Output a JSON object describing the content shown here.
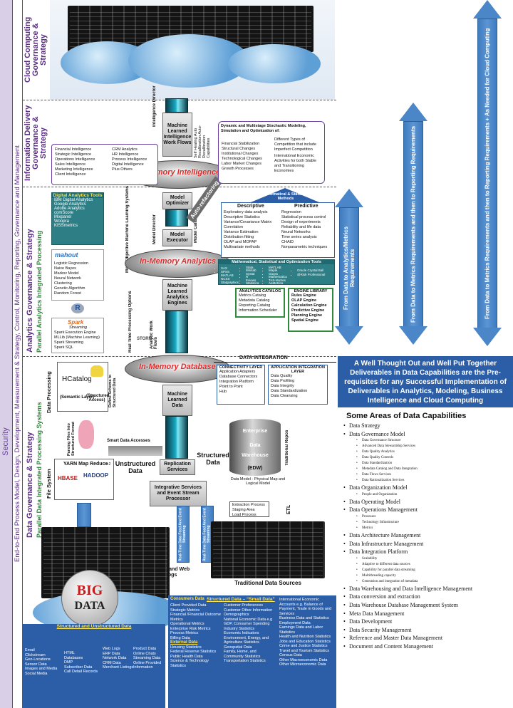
{
  "left_sidebar": {
    "security": "Security",
    "process": "End-to-End Process  Model, Design, Development, Measurement & Strategy, Control, Monitoring, Reporting, Governance and Management"
  },
  "band_titles": {
    "cloud": "Cloud Computing Governance & Strategy",
    "info_delivery": "Information Delivery Governance & Strategy",
    "analytics": "Analytics Governance & Strategy",
    "analytics_sub": "Parallel Analytics Integrated Processing",
    "data": "Data Governance & Strategy",
    "data_sub": "Parallel Data Integrated Processing Systems"
  },
  "colors": {
    "sidebar_purple": "#6b3fa0",
    "band_purple": "#5a2d82",
    "arrow_blue": "#4a86c8",
    "tower_teal": "#18a8c2",
    "red_label": "#e12a2a",
    "box_green": "#2f8a3c",
    "blue_panel": "#2c5ea8"
  },
  "tower": {
    "intelligence_director": "Intelligence Director",
    "ml_intel": "Machine Learned Intelligence Work Flows",
    "self_healing": "Self Healing Auto Recalibration Auto-Recalibration Capabilities",
    "in_memory_intelligence": "In-Memory Intelligence",
    "model_optimizer": "Model Optimizer",
    "model_director": "Model Director",
    "model_calibrator": "Model Calibrator",
    "auto_refactoring": "Auto-refactoring",
    "model_executor": "Model Executor",
    "multi_objective": "Multi-Objective Machine Learning Systems",
    "in_memory_analytics": "In-Memory Analytics",
    "ml_analytics": "Machine Learned Analytics Engines",
    "realtime_options": "Real Time Processing Options",
    "analytic_workflows": "Analytic Work Flows",
    "storm": "STORM",
    "in_memory_database": "In-Memory Database",
    "ml_data": "Machine Learned Data",
    "replication": "Replication Services",
    "integrative": "Integrative Services and Event Stream Processor"
  },
  "intelligence_list": {
    "col1": [
      "Financial Intelligence",
      "Strategic Intelligence",
      "Operations Intelligence",
      "Sales Intelligence",
      "Marketing Intelligence",
      "Client Intelligence"
    ],
    "col2": [
      "CRM Analytics",
      "HR Intelligence",
      "Process Intelligence",
      "Digital Intelligence",
      "Plus Others"
    ]
  },
  "stochastic": {
    "title": "Dynamic and Multistage Stochastic Modeling, Simulation  and Optimization of:",
    "col1": [
      "Financial Stabilization",
      "Structural Changes",
      "Institutional Changes",
      "Technological Changes",
      "Labor Market Changes",
      "Growth Processes"
    ],
    "col2": [
      "Different Types of Competition that include Imperfect Competition",
      "International Economic Activities for both Stable and Transitioning Economies"
    ]
  },
  "math_methods": {
    "title": "Mathematical & Statistical Methods",
    "descriptive_title": "Descriptive",
    "descriptive": [
      "Exploratory data analysis",
      "Descriptive Statistics",
      "Variance/Covariance Matrix",
      "Correlation",
      "Variance Estimation",
      "Distribution fitting",
      "OLAP and MOPAP",
      "Multivariate methods"
    ],
    "predictive_title": "Predictive",
    "predictive": [
      "Regression",
      "Statistical process control",
      "Design of experiments",
      "Reliability and life data",
      "Neural Networks",
      "Time series analysis",
      "CHAID",
      "Nonparametric techniques"
    ]
  },
  "digital_tools": {
    "title": "Digital Analytics Tools",
    "items": [
      "IBM Digital Analytics",
      "Google Analytics",
      "Adobe Analytics",
      "comScore",
      "Mixpanel",
      "Woopra",
      "KISSmetrics"
    ]
  },
  "mahout": {
    "logo": "mahout",
    "items": [
      "Logistic Regression",
      "Naive Bayes",
      "Markov Model",
      "Neural Network",
      "Clustering",
      "Genetic Algorithm",
      "Random Forest"
    ]
  },
  "r_logo": "R",
  "spark": {
    "logo": "Spark",
    "sub": "Streaming",
    "items": [
      "Spark Execution Engine",
      "MLLib (Machine Learning)",
      "Spark Streaming",
      "Spark SQL"
    ]
  },
  "math_tools": {
    "title": "Mathematical, Statistical and Optimization Tools",
    "col1": [
      "SAS",
      "SPSS",
      "MATLAB",
      "NCSS",
      "Statgraphics"
    ],
    "col2": [
      "Stata",
      "Minitab",
      "Systat",
      "R",
      "Eviews",
      "Statistica"
    ],
    "col3": [
      "MATLAB",
      "Maple",
      "Gauss",
      "Mathematica",
      "TAS-MoSes",
      "AeMetrica"
    ],
    "col4": [
      "Oracle Crystal Ball",
      "@Risk Professional"
    ]
  },
  "analytics_catalog": {
    "title": "ANALYTICS CATALOG",
    "items": [
      "Metrics Catalog",
      "Metadata Catalog",
      "Reporting Catalog",
      "Information Scheduler"
    ]
  },
  "engine_library": {
    "title": "ENGINE LIBRARY",
    "items": [
      "Rules Engine",
      "OLAP Engine",
      "Calculation Engine",
      "Predictive Engine",
      "Planning Engine",
      "Spatial Engine"
    ]
  },
  "data_integration": "DATA INTEGRATION",
  "connectivity": {
    "title": "CONNECTIVITY LAYER",
    "items": [
      "Application Adapters",
      "Database Connectors",
      "Integration Platform",
      "Point to Point",
      "Hub"
    ]
  },
  "app_integration": {
    "title": "APPLICATION INTEGRATION LAYER",
    "items": [
      "Data Quality",
      "Data Profiling",
      "Data Integrity",
      "Data Standardization",
      "Data Cleansing"
    ]
  },
  "hadoop": {
    "data_processing": "Data Processing",
    "define_schema": "Define Schema to Structured Data",
    "hcatalog": "HCatalog",
    "semantic": "(Semantic Layer)",
    "structured_access": "(Structured Access)",
    "parsing": "Parsing Files Into Structured Format",
    "file_system": "File System",
    "yarn": "YARN Map Reduce",
    "yarn_ver": "v.2",
    "hbase": "HBASE",
    "hadoop": "HADOOP",
    "smart_data": "Smart Data Accesses",
    "unstructured_data": "Unstructured Data",
    "structured_data": "Structured Data"
  },
  "edw": {
    "enterprise": "Enterprise",
    "data": "Data",
    "warehouse": "Warehouse",
    "edw": "(EDW)",
    "model_label": "Data Model - Physical Map and Logical Model",
    "traditional_repos": "Traditional Repos",
    "etl": "ETL",
    "etl_steps": [
      "Extraction Process",
      "Staging Area",
      "Load Process"
    ]
  },
  "feeds": {
    "feed1": "Real-Time Data Feed And Event Streaming",
    "feed2": "Real-Time Data Feed And Event Streaming",
    "scribe": "Scribe and Web Logs",
    "traditional_sources": "Traditional Data Sources",
    "big": "BIG",
    "data": "DATA"
  },
  "unstructured_panel": {
    "title": "Structured  and Unstructured Data",
    "col1": [
      "Email",
      "Clickstream",
      "Geo-Locations",
      "Sensor Data",
      "Images and Media",
      "Social Media"
    ],
    "col2": [
      "HTML",
      "Databases",
      "DMP",
      "Subscriber Data",
      "Call Detail Records"
    ],
    "col3": [
      "Web Logs",
      "ERP Data",
      "Network Data",
      "CRM Data",
      "Merchant Listings"
    ],
    "col4": [
      "Product Data",
      "Online Chats",
      "Streaming Data",
      "Online Provided Information"
    ]
  },
  "small_data_panel": {
    "title": "Structured Data – “Small Data”",
    "consumers_title": "Consumers  Data",
    "col1": [
      "Client Provided Data",
      "Strategic Metrics",
      "Financial /Financial Outcome Metrics",
      "Operational Metrics",
      "Enterprise Risk Metrics",
      "Process Metrics",
      "Billing Data"
    ],
    "external_title": "External Data",
    "col1b": [
      "Housing Statistics",
      "Federal Reserve Statistics",
      "Public Health Data",
      "Science  & Technology Statistics"
    ],
    "col2": [
      "Customer Preferences",
      "Customer  Other Information",
      "Demographics",
      "National Economic Data e.g GDP, Consumer Spending",
      "Industry Statistics",
      "Economic Indicators",
      "Environment, Energy, and Agriculture Statistics",
      "Geospatial Data",
      "Family, Home, and Community Statistics",
      "Transportation Statistics"
    ],
    "col3": [
      "International Economic Accounts e.g. Balance of Payment, Trade in Goods and Services",
      "Business Data and Statistics",
      "Employment Data",
      "Earnings Data and Labor Statistics",
      "Health and Nutrition Statistics",
      "Jobs and Education Statistics",
      "Crime and Justice Statistics",
      "Travel and Tourism Statistics",
      "Census Data",
      "Other Macroeconomic Data",
      "Other Microeconomic Data"
    ]
  },
  "right_arrows": {
    "a1": "From Data to Metrics Requirements and then to Reporting Requirements  + As Needed for Cloud Computing",
    "a2": "From Data to Metrics Requirements and then to Reporting Requirements",
    "a3": "From Data to Analytics/Metrics Requirements"
  },
  "deliverables": "A Well Thought Out and Well Put Together Deliverables in Data Capabilities are the Pre-requisites for any Successful Implementation of Deliverables in Analytics, Modeling, Business Intelligence and Cloud Computing",
  "capabilities": {
    "title": "Some Areas of Data Capabilities",
    "items": [
      {
        "t": "Data Strategy",
        "sub": []
      },
      {
        "t": "Data Governance Model",
        "sub": [
          "Data Governance Structure",
          "Advanced Data Stewardship Services",
          "Data Quality Analytics",
          "Data Quality Controls",
          "Data Standardization",
          "Metadata Catalog and Data Integration",
          "Data Flows Services",
          "Data Rationalization Services"
        ]
      },
      {
        "t": "Data Organization Model",
        "sub": [
          "People  and Organization"
        ]
      },
      {
        "t": "Data Operating Model",
        "sub": []
      },
      {
        "t": "Data Operations Management",
        "sub": [
          "Processes",
          "Technology Infrastructure",
          "Metrics"
        ]
      },
      {
        "t": "Data Architecture Management",
        "sub": []
      },
      {
        "t": "Data Infrastructure Management",
        "sub": []
      },
      {
        "t": "Data Integration Platform",
        "sub": [
          "Scalability",
          "Adaptive to different data sources",
          "Capability for parallel data streaming",
          "Multithreading capacity",
          "Generation and integration of metadata"
        ]
      },
      {
        "t": "Data Warehousing and Data Intelligence Management",
        "sub": []
      },
      {
        "t": "Data conversion and extraction",
        "sub": []
      },
      {
        "t": "Data Warehouse Database Management System",
        "sub": []
      },
      {
        "t": "Meta Data Management",
        "sub": []
      },
      {
        "t": "Data  Development",
        "sub": []
      },
      {
        "t": "Data Security Management",
        "sub": []
      },
      {
        "t": "Reference and Master Data Management",
        "sub": []
      },
      {
        "t": "Document and Content Management",
        "sub": []
      }
    ]
  }
}
